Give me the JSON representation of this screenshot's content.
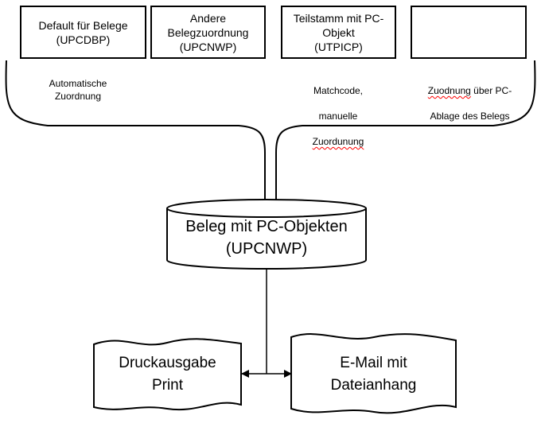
{
  "sources": [
    {
      "label": "Default für Belege\n(UPCDBP)"
    },
    {
      "label": "Andere\nBelegzuordnung\n(UPCNWP)"
    },
    {
      "label": "Teilstamm mit PC-\nObjekt\n(UTPICP)"
    },
    {
      "label": ""
    }
  ],
  "captions": {
    "automatic": "Automatische\nZuordnung",
    "matchcode_line1": "Matchcode,",
    "matchcode_line2": "manuelle",
    "matchcode_line3": "Zuordunung",
    "pc_storage_word": "Zuodnung",
    "pc_storage_rest_line1": " über PC-",
    "pc_storage_line2": "Ablage des Belegs"
  },
  "database": {
    "label": "Beleg mit PC-Objekten\n(UPCNWP)"
  },
  "outputs": {
    "print": "Druckausgabe\nPrint",
    "email": "E-Mail mit\nDateianhang"
  }
}
